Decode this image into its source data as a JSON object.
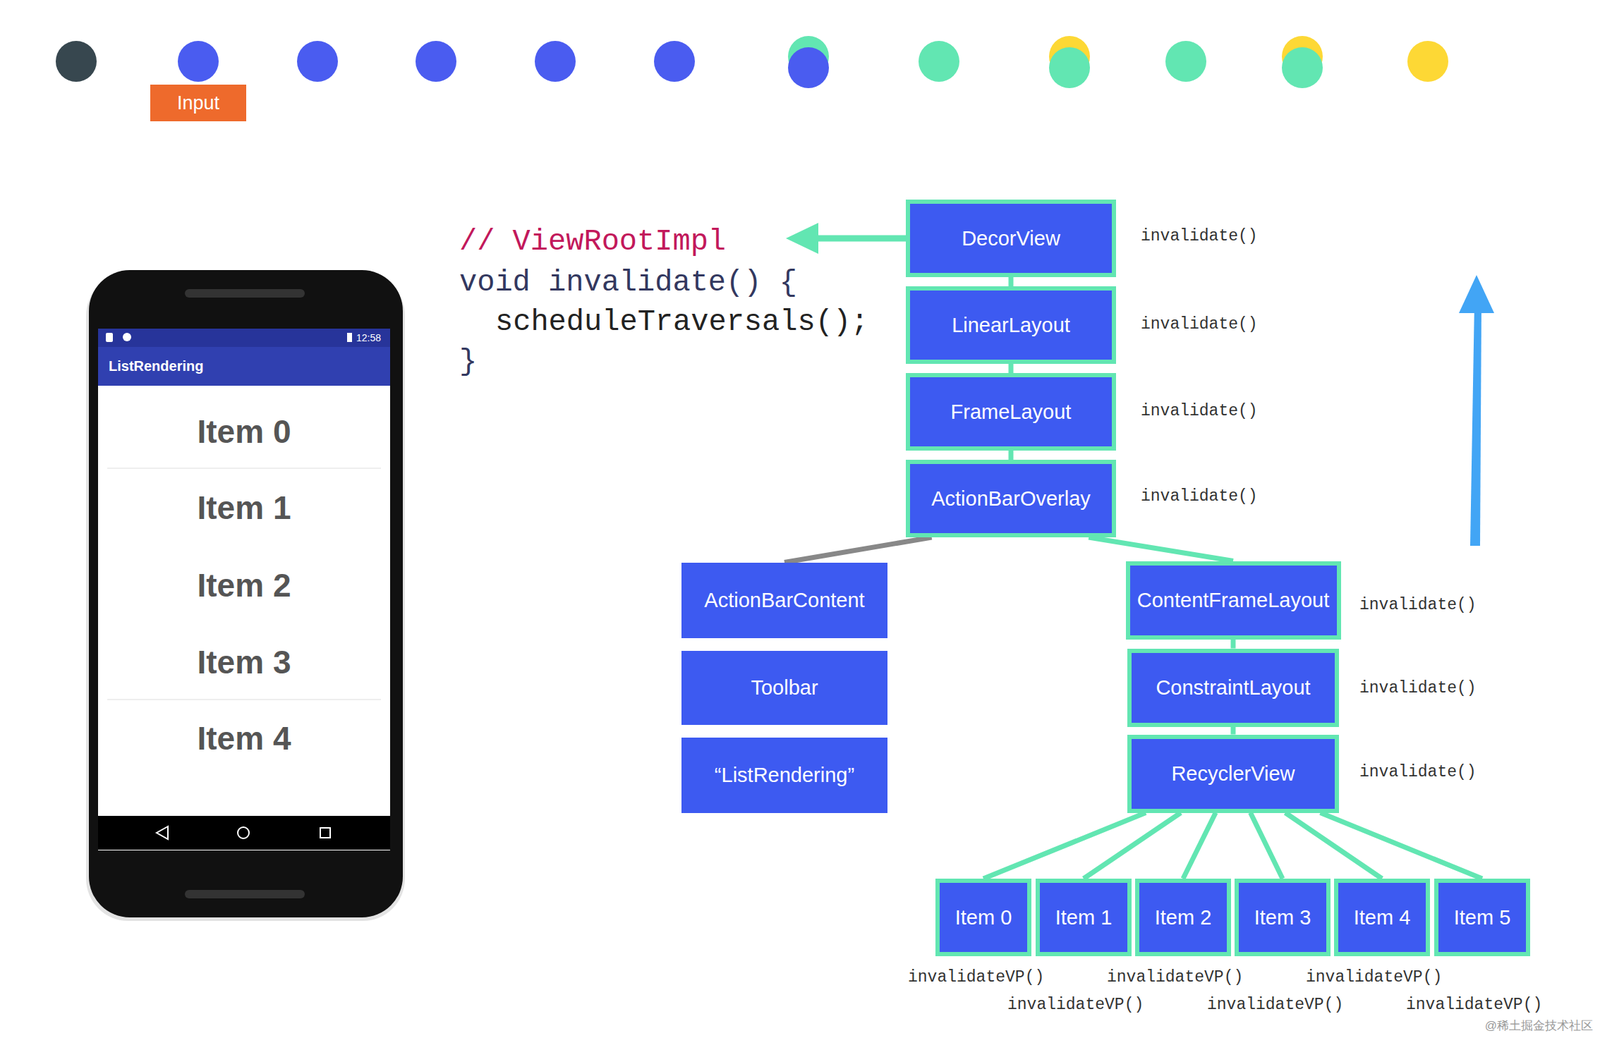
{
  "diagram": {
    "nodes": [
      {
        "text": [
          "Input"
        ]
      },
      {
        "text": [
          "DecorView"
        ]
      },
      {
        "text": [
          "LinearLayout"
        ]
      },
      {
        "text": [
          "FrameLayout"
        ]
      },
      {
        "text": [
          "ActionBarOverlay"
        ]
      },
      {
        "text": [
          "ActionBarContent"
        ]
      },
      {
        "text": [
          "Toolbar"
        ]
      },
      {
        "text": [
          "“ListRendering”"
        ]
      },
      {
        "text": [
          "ContentFrameLayout"
        ]
      },
      {
        "text": [
          "ConstraintLayout"
        ]
      },
      {
        "text": [
          "RecyclerView"
        ]
      },
      {
        "text": [
          "Item 0"
        ]
      },
      {
        "text": [
          "Item 1"
        ]
      },
      {
        "text": [
          "Item 2"
        ]
      },
      {
        "text": [
          "Item 3"
        ]
      },
      {
        "text": [
          "Item 4"
        ]
      },
      {
        "text": [
          "Item 5"
        ]
      }
    ],
    "edges": [
      {
        "from": 1,
        "to": 2,
        "arrow": "none"
      },
      {
        "from": 2,
        "to": 3,
        "arrow": "none"
      },
      {
        "from": 3,
        "to": 4,
        "arrow": "none"
      },
      {
        "from": 4,
        "to": 5,
        "arrow": "none"
      },
      {
        "from": 4,
        "to": 8,
        "arrow": "none"
      },
      {
        "from": 8,
        "to": 9,
        "arrow": "none"
      },
      {
        "from": 9,
        "to": 10,
        "arrow": "none"
      },
      {
        "from": 10,
        "to": 11,
        "arrow": "none"
      },
      {
        "from": 10,
        "to": 12,
        "arrow": "none"
      },
      {
        "from": 10,
        "to": 13,
        "arrow": "none"
      },
      {
        "from": 10,
        "to": 14,
        "arrow": "none"
      },
      {
        "from": 10,
        "to": 15,
        "arrow": "none"
      },
      {
        "from": 10,
        "to": 16,
        "arrow": "none"
      }
    ],
    "labels": [
      "12:58",
      "ListRendering",
      "Item 0",
      "Item 1",
      "Item 2",
      "Item 3",
      "Item 4",
      "// ViewRootImpl",
      "void invalidate() {",
      "scheduleTraversals();",
      "}",
      "invalidate()",
      "invalidate()",
      "invalidate()",
      "invalidate()",
      "invalidate()",
      "invalidate()",
      "invalidate()",
      "invalidateVP()",
      "invalidateVP()",
      "invalidateVP()",
      "invalidateVP()",
      "invalidateVP()",
      "invalidateVP()",
      "@稀土掘金技术社区"
    ]
  }
}
